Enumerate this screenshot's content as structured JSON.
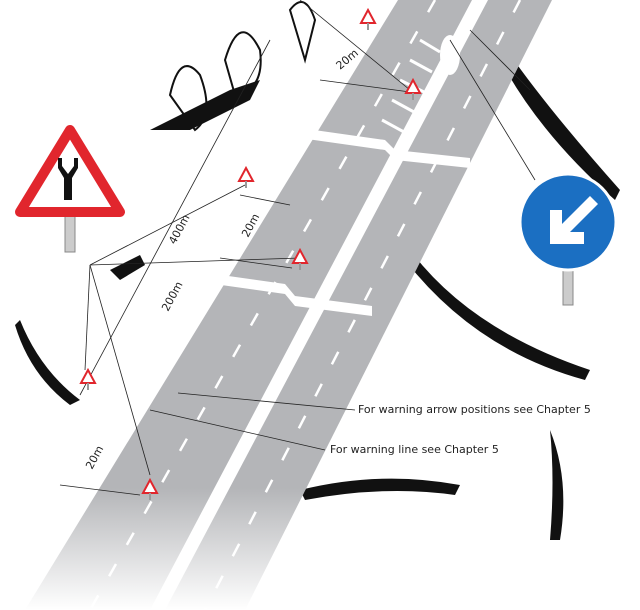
{
  "labels": {
    "dist_top": "20m",
    "dist_400": "400m",
    "dist_200": "200m",
    "dist_mid": "20m",
    "dist_bottom": "20m",
    "callout_arrow": "For warning arrow positions see Chapter 5",
    "callout_line": "For warning line see Chapter 5"
  },
  "colors": {
    "road": "#b4b5b8",
    "sign_red": "#e1262d",
    "sign_blue": "#1b6fc2"
  },
  "icons": [
    "road-narrows-left-sign-icon",
    "keep-left-sign-icon",
    "warning-triangle-icon"
  ]
}
